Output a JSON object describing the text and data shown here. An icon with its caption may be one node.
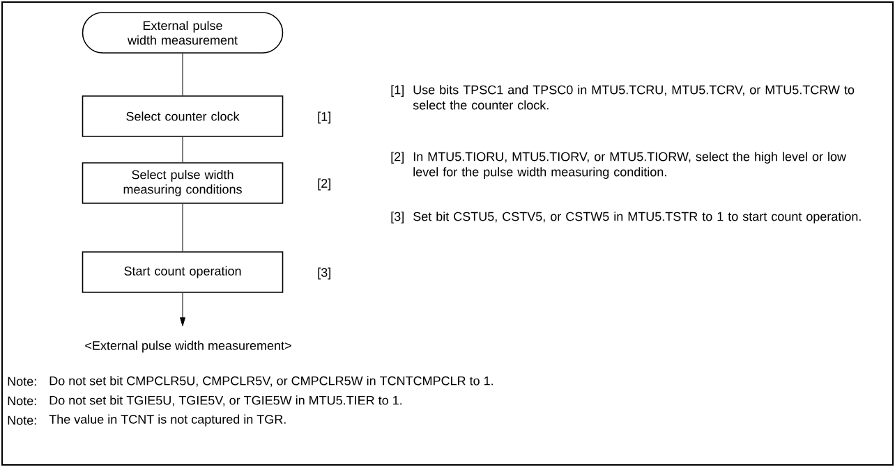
{
  "diagram": {
    "caption": "<External pulse width measurement>",
    "nodes": [
      {
        "text": [
          "External pulse width measurement"
        ]
      },
      {
        "text": [
          "Select counter clock"
        ],
        "beside": [
          "[1]"
        ]
      },
      {
        "text": [
          "Select pulse width measuring conditions"
        ],
        "beside": [
          "[2]"
        ]
      },
      {
        "text": [
          "Start count operation"
        ],
        "beside": [
          "[3]"
        ]
      }
    ],
    "edges": [
      {
        "from": 0,
        "to": 1,
        "arrow": "none"
      },
      {
        "from": 1,
        "to": 2,
        "arrow": "none"
      },
      {
        "from": 2,
        "to": 3,
        "arrow": "none"
      },
      {
        "from": 3,
        "to": null,
        "arrow": "to"
      }
    ],
    "labels": [
      "[1]",
      "Use bits TPSC1 and TPSC0 in MTU5.TCRU, MTU5.TCRV, or MTU5.TCRW to select the counter clock.",
      "[2]",
      "In MTU5.TIORU, MTU5.TIORV, or MTU5.TIORW, select the high level or low level for the pulse width measuring condition.",
      "[3]",
      "Set bit CSTU5, CSTV5, or CSTW5 in MTU5.TSTR to 1 to start count operation.",
      "Note:",
      "Do not set bit CMPCLR5U, CMPCLR5V, or CMPCLR5W in TCNTCMPCLR to 1.",
      "Note:",
      "Do not set bit TGIE5U, TGIE5V, or TGIE5W in MTU5.TIER to 1.",
      "Note:",
      "The value in TCNT is not captured in TGR."
    ]
  }
}
